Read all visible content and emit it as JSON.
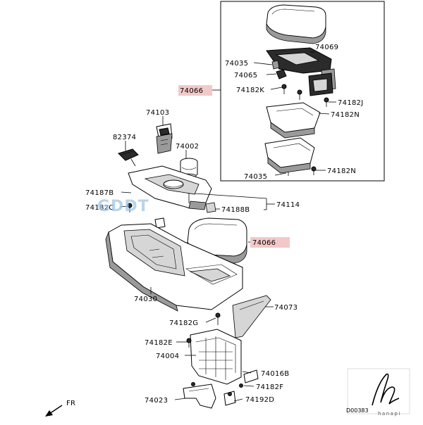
{
  "diagram": {
    "labels": {
      "p74069": "74069",
      "p74035_top": "74035",
      "p74065": "74065",
      "p74066_top": "74066",
      "p74182k": "74182K",
      "p74182j": "74182J",
      "p74182n_a": "74182N",
      "p74035_bot": "74035",
      "p74182n_b": "74182N",
      "p74103": "74103",
      "p82374": "82374",
      "p74002": "74002",
      "p74187b": "74187B",
      "p74182c": "74182C",
      "p74114": "74114",
      "p74188b": "74188B",
      "p74066_mid": "74066",
      "p74030": "74030",
      "p74073": "74073",
      "p74182g": "74182G",
      "p74182e": "74182E",
      "p74004": "74004",
      "p74016b": "74016B",
      "p74182f": "74182F",
      "p74023": "74023",
      "p74192d": "74192D"
    },
    "watermark": "GDDT",
    "direction": "FR",
    "code": "D00383",
    "brand": "hanapi",
    "colors": {
      "highlight": "#f2c9c9",
      "watermark": "#9ec6e8"
    }
  }
}
